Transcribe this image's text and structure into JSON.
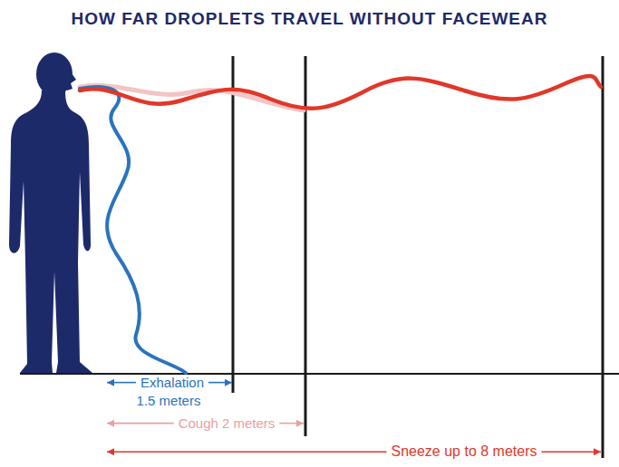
{
  "diagram": {
    "title": "HOW FAR DROPLETS TRAVEL WITHOUT FACEWEAR",
    "labels": [
      "Exhalation",
      "1.5 meters",
      "Cough 2 meters",
      "Sneeze up to 8 meters"
    ]
  }
}
